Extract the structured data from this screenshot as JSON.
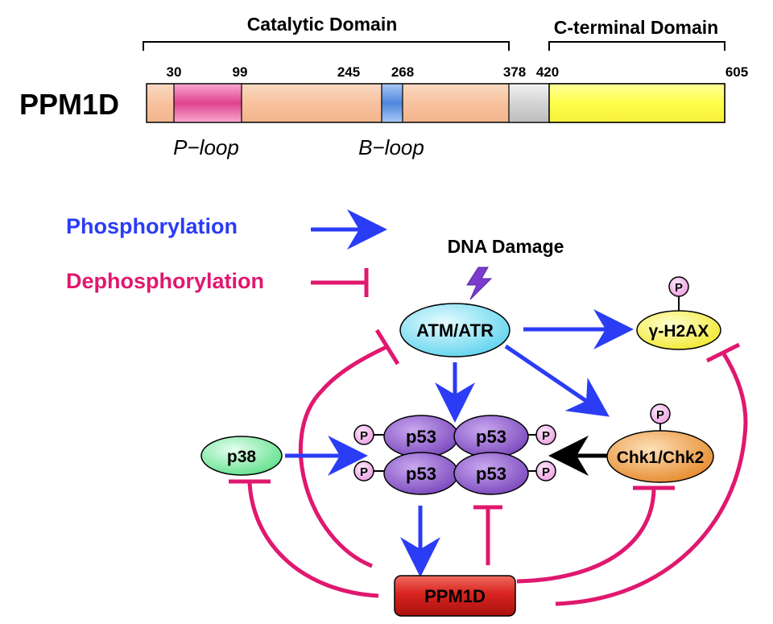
{
  "protein_map": {
    "protein_name": "PPM1D",
    "catalytic_domain_label": "Catalytic Domain",
    "c_terminal_domain_label": "C-terminal Domain",
    "positions": [
      "30",
      "99",
      "245",
      "268",
      "378",
      "420",
      "605"
    ],
    "p_loop_label": "P−loop",
    "b_loop_label": "B−loop",
    "colors": {
      "base": "#f7c8a8",
      "p_loop": "#e0438f",
      "b_loop": "#5b8fe0",
      "linker": "#dcdcdc",
      "c_terminal": "#ffff66"
    }
  },
  "legend": {
    "phosphorylation_label": "Phosphorylation",
    "dephosphorylation_label": "Dephosphorylation",
    "phosphorylation_color": "#2b3cf5",
    "dephosphorylation_color": "#e0186f"
  },
  "pathway": {
    "dna_damage_label": "DNA Damage",
    "atm_atr_label": "ATM/ATR",
    "h2ax_label": "γ-H2AX",
    "chk_label": "Chk1/Chk2",
    "p38_label": "p38",
    "p53_label": "p53",
    "ppm1d_label": "PPM1D",
    "phospho_label": "P",
    "colors": {
      "atm": "#9ee7f7",
      "h2ax": "#ffff7a",
      "chk": "#f3a553",
      "p38": "#8ff0a8",
      "p53": "#8a55c8",
      "ppm1d": "#d0201e",
      "phospho": "#f3b8ea",
      "lightning": "#7a3ccc"
    }
  }
}
